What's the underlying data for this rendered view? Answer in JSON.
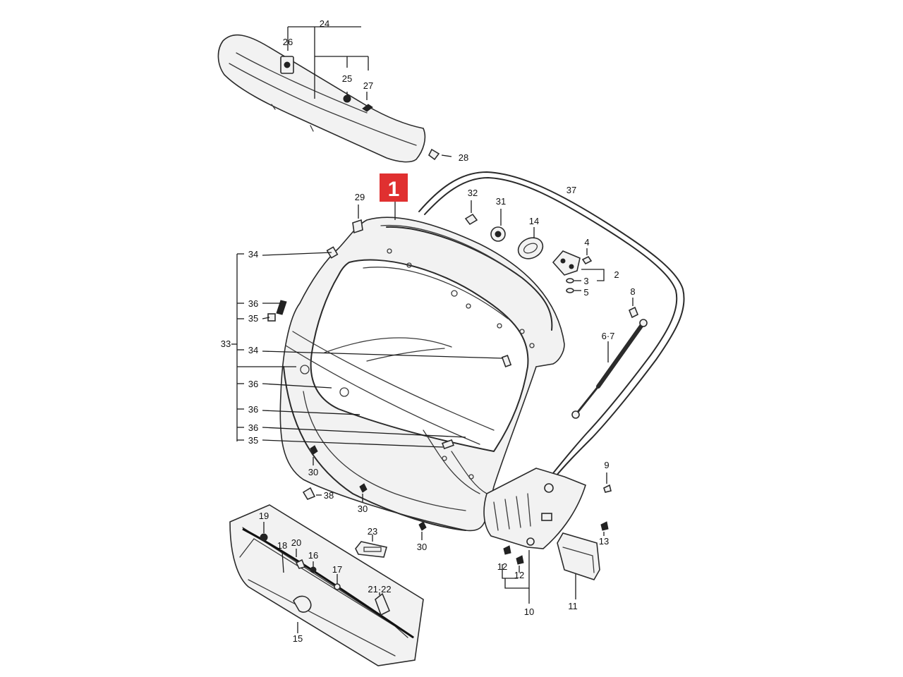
{
  "highlight": {
    "label": "1",
    "color": "#e03030"
  },
  "callouts": {
    "c2": "2",
    "c3": "3",
    "c4": "4",
    "c5": "5",
    "c6_7": "6·7",
    "c8": "8",
    "c9": "9",
    "c10": "10",
    "c11": "11",
    "c12a": "12",
    "c12b": "12",
    "c13": "13",
    "c14": "14",
    "c15": "15",
    "c16": "16",
    "c17": "17",
    "c18": "18",
    "c19": "19",
    "c20": "20",
    "c21_22": "21·22",
    "c23": "23",
    "c24": "24",
    "c25": "25",
    "c26": "26",
    "c27": "27",
    "c28": "28",
    "c29": "29",
    "c30a": "30",
    "c30b": "30",
    "c30c": "30",
    "c31": "31",
    "c32": "32",
    "c33": "33",
    "c34a": "34",
    "c34b": "34",
    "c35a": "35",
    "c35b": "35",
    "c36a": "36",
    "c36b": "36",
    "c36c": "36",
    "c36d": "36",
    "c37": "37",
    "c38": "38"
  }
}
